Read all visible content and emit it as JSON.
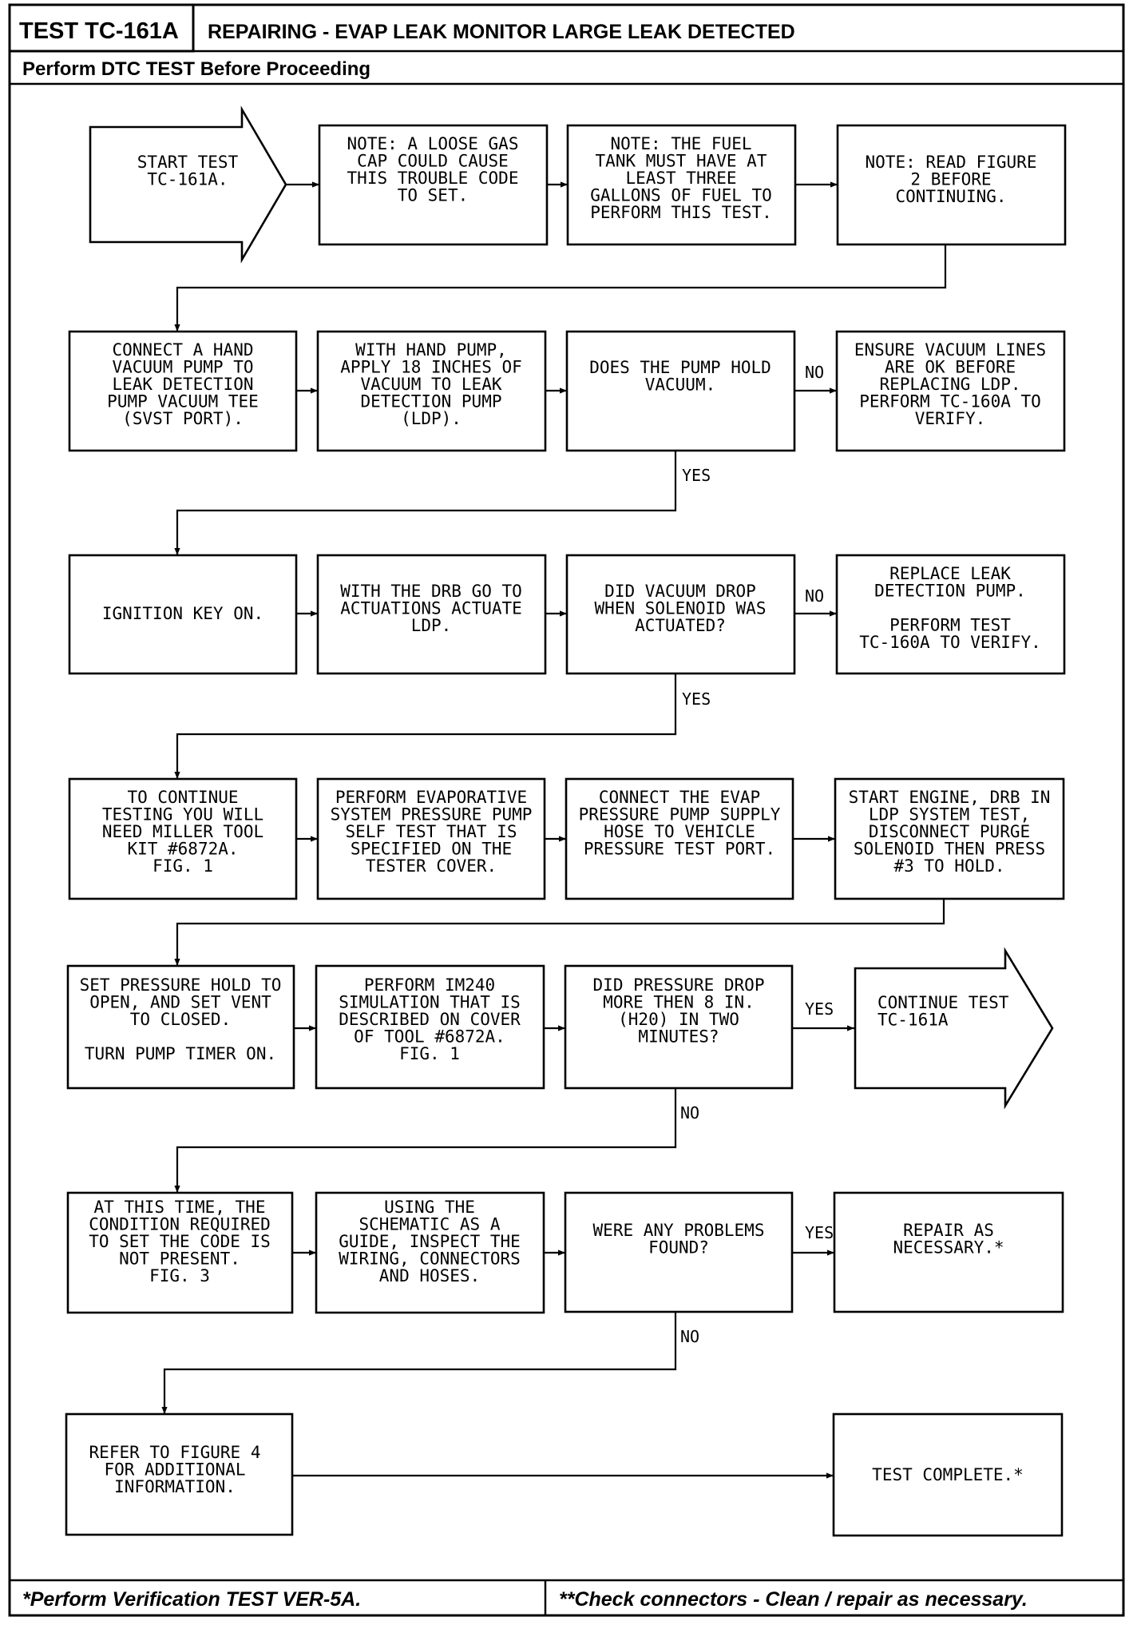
{
  "header": {
    "test_id": "TEST TC-161A",
    "title": "REPAIRING - EVAP LEAK MONITOR LARGE LEAK DETECTED",
    "subtitle": "Perform DTC TEST Before Proceeding"
  },
  "footer": {
    "left": "*Perform Verification TEST VER-5A.",
    "right": "**Check connectors - Clean / repair as necessary."
  },
  "nodes": {
    "start": [
      "START TEST",
      "TC-161A."
    ],
    "n1": [
      "NOTE: A LOOSE GAS",
      "CAP COULD CAUSE",
      "THIS TROUBLE CODE",
      "TO SET."
    ],
    "n2": [
      "NOTE: THE FUEL",
      "TANK MUST HAVE AT",
      "LEAST THREE",
      "GALLONS OF FUEL TO",
      "PERFORM THIS TEST."
    ],
    "n3": [
      "NOTE: READ FIGURE",
      "2 BEFORE",
      "CONTINUING."
    ],
    "b1": [
      "CONNECT A HAND",
      "VACUUM PUMP TO",
      "LEAK DETECTION",
      "PUMP VACUUM TEE",
      "(SVST PORT)."
    ],
    "b2": [
      "WITH HAND PUMP,",
      "APPLY 18 INCHES OF",
      "VACUUM TO LEAK",
      "DETECTION PUMP",
      "(LDP)."
    ],
    "b3": [
      "DOES THE PUMP HOLD",
      "VACUUM."
    ],
    "b4": [
      "ENSURE VACUUM LINES",
      "ARE OK BEFORE",
      "REPLACING LDP.",
      "PERFORM TC-160A TO",
      "VERIFY."
    ],
    "c1": [
      "IGNITION KEY ON."
    ],
    "c2": [
      "WITH THE DRB GO TO",
      "ACTUATIONS ACTUATE",
      "LDP."
    ],
    "c3": [
      "DID VACUUM DROP",
      "WHEN SOLENOID WAS",
      "ACTUATED?"
    ],
    "c4": [
      "REPLACE LEAK",
      "DETECTION PUMP.",
      "",
      "PERFORM TEST",
      "TC-160A TO VERIFY."
    ],
    "d1": [
      "TO CONTINUE",
      "TESTING YOU WILL",
      "NEED MILLER TOOL",
      "KIT #6872A.",
      "FIG. 1"
    ],
    "d2": [
      "PERFORM EVAPORATIVE",
      "SYSTEM PRESSURE PUMP",
      "SELF TEST THAT IS",
      "SPECIFIED ON THE",
      "TESTER COVER."
    ],
    "d3": [
      "CONNECT THE EVAP",
      "PRESSURE PUMP SUPPLY",
      "HOSE TO VEHICLE",
      "PRESSURE TEST PORT."
    ],
    "d4": [
      "START ENGINE, DRB IN",
      "LDP SYSTEM TEST,",
      "DISCONNECT PURGE",
      "SOLENOID THEN PRESS",
      "#3 TO HOLD."
    ],
    "e1": [
      "SET PRESSURE HOLD TO",
      "OPEN, AND SET VENT",
      "TO CLOSED.",
      "",
      "TURN PUMP TIMER ON."
    ],
    "e2": [
      "PERFORM IM240",
      "SIMULATION THAT IS",
      "DESCRIBED ON COVER",
      "OF TOOL #6872A.",
      "FIG. 1"
    ],
    "e3": [
      "DID PRESSURE DROP",
      "MORE THEN 8 IN.",
      "(H20) IN TWO",
      "MINUTES?"
    ],
    "e4": [
      "CONTINUE TEST",
      "TC-161A"
    ],
    "f1": [
      "AT THIS TIME, THE",
      "CONDITION REQUIRED",
      "TO SET THE CODE IS",
      "NOT PRESENT.",
      "FIG. 3"
    ],
    "f2": [
      "USING THE",
      "SCHEMATIC AS A",
      "GUIDE, INSPECT THE",
      "WIRING, CONNECTORS",
      "AND HOSES."
    ],
    "f3": [
      "WERE ANY PROBLEMS",
      "FOUND?"
    ],
    "f4": [
      "REPAIR AS",
      "NECESSARY.*"
    ],
    "g1": [
      "REFER TO FIGURE 4",
      "FOR ADDITIONAL",
      "INFORMATION."
    ],
    "g2": [
      "TEST COMPLETE.*"
    ]
  },
  "labels": {
    "b_no": "NO",
    "b_yes": "YES",
    "c_no": "NO",
    "c_yes": "YES",
    "e_yes": "YES",
    "e_no": "NO",
    "f_yes": "YES",
    "f_no": "NO"
  }
}
